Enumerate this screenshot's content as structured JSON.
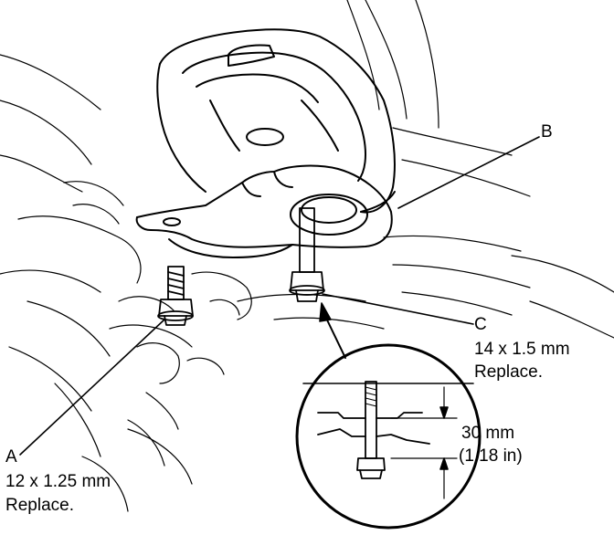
{
  "callouts": {
    "a": {
      "letter": "A",
      "size": "12 x 1.25 mm",
      "note": "Replace."
    },
    "b": {
      "letter": "B"
    },
    "c": {
      "letter": "C",
      "size": "14 x 1.5 mm",
      "note": "Replace."
    }
  },
  "detail": {
    "dimension_mm": "30 mm",
    "dimension_in": "(1.18 in)"
  },
  "colors": {
    "line": "#000000",
    "background": "#ffffff"
  }
}
